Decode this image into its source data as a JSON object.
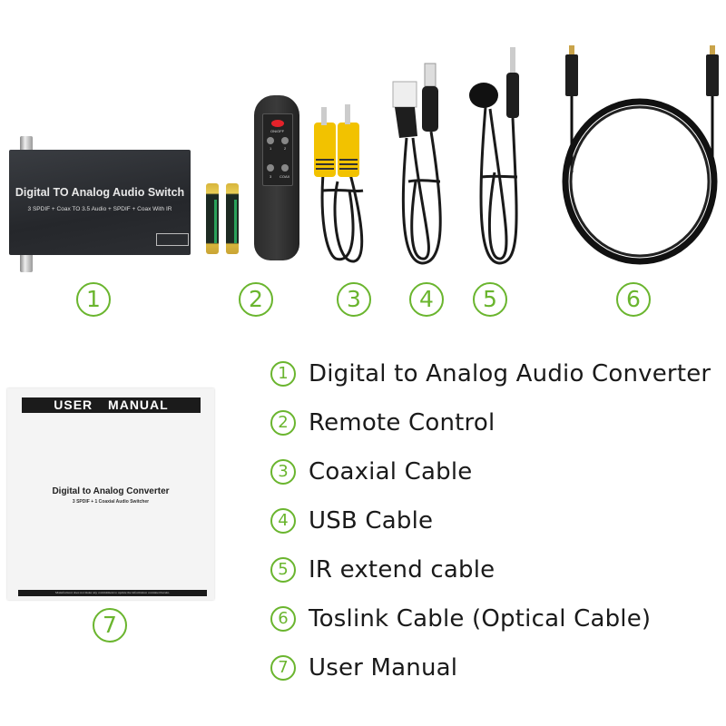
{
  "product_images": {
    "converter": {
      "title": "Digital TO Analog Audio Switch",
      "subtitle": "3 SPDIF + Coax TO 3.5 Audio + SPDIF + Coax With IR",
      "number": "1"
    },
    "remote": {
      "power_label": "ON/OFF",
      "button_labels": [
        "1",
        "2",
        "3",
        "COAX"
      ],
      "number": "2"
    },
    "coaxial_cable": {
      "number": "3",
      "plug_color": "#f2c200"
    },
    "usb_cable": {
      "number": "4"
    },
    "ir_cable": {
      "number": "5"
    },
    "toslink_cable": {
      "number": "6"
    },
    "manual": {
      "header": "USER MANUAL",
      "title": "Digital to Analog Converter",
      "subtitle": "3 SPDIF + 1 Coaxial Audio Switcher",
      "footer": "Manufacturer does not make any commitment to update the information contained herein.",
      "number": "7"
    }
  },
  "contents_list": [
    {
      "number": "1",
      "label": "Digital to Analog Audio Converter"
    },
    {
      "number": "2",
      "label": "Remote Control"
    },
    {
      "number": "3",
      "label": "Coaxial Cable"
    },
    {
      "number": "4",
      "label": "USB Cable"
    },
    {
      "number": "5",
      "label": "IR extend cable"
    },
    {
      "number": "6",
      "label": "Toslink Cable (Optical Cable)"
    },
    {
      "number": "7",
      "label": "User Manual"
    }
  ],
  "colors": {
    "accent_green": "#6ab52e",
    "text": "#1a1a1a"
  }
}
